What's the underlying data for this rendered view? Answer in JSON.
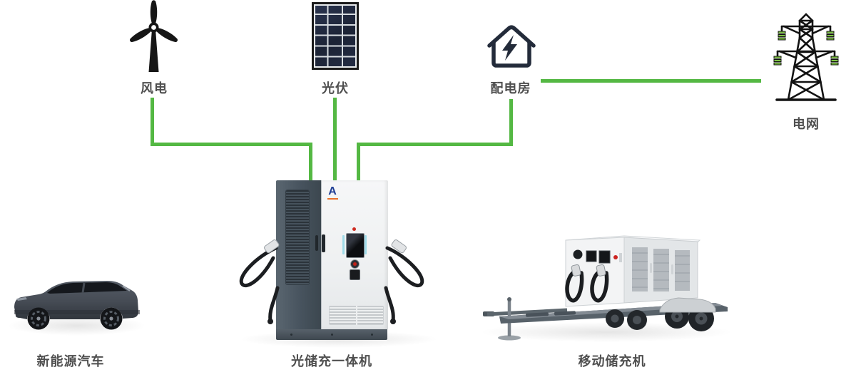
{
  "diagram": {
    "nodes": [
      {
        "id": "wind-power",
        "label": "风电",
        "icon": "wind-turbine-icon"
      },
      {
        "id": "photovoltaic",
        "label": "光伏",
        "icon": "solar-panel-icon"
      },
      {
        "id": "distribution-room",
        "label": "配电房",
        "icon": "power-house-icon"
      },
      {
        "id": "power-grid",
        "label": "电网",
        "icon": "transmission-tower-icon"
      },
      {
        "id": "new-energy-vehicle",
        "label": "新能源汽车",
        "icon": "suv-car-image"
      },
      {
        "id": "integrated-station",
        "label": "光储充一体机",
        "icon": "charging-cabinet-image",
        "logo_mark": "A"
      },
      {
        "id": "mobile-storage-unit",
        "label": "移动储充机",
        "icon": "trailer-unit-image"
      }
    ],
    "connections": [
      {
        "from": "风电",
        "to": "光储充一体机",
        "style": "elbow"
      },
      {
        "from": "光伏",
        "to": "光储充一体机",
        "style": "straight"
      },
      {
        "from": "配电房",
        "to": "光储充一体机",
        "style": "elbow"
      },
      {
        "from": "配电房",
        "to": "电网",
        "style": "straight"
      }
    ]
  },
  "colors": {
    "line_green": "#54b843",
    "insulator_green": "#7dc242",
    "label_text": "#4f4f4f",
    "icon_dark": "#232b3a",
    "logo_blue": "#1e3e95",
    "logo_orange": "#e8702a"
  }
}
